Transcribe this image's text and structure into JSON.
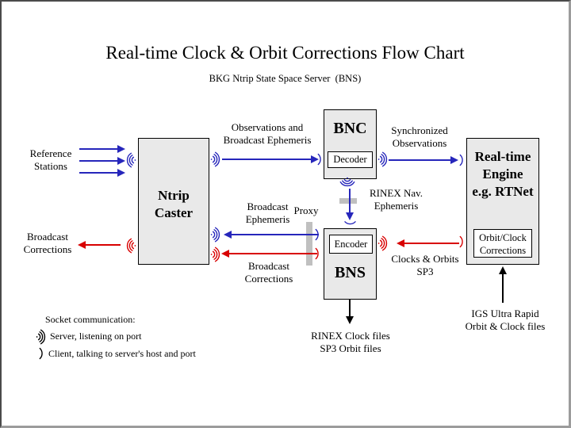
{
  "title": "Real-time Clock & Orbit Corrections Flow Chart",
  "subtitle": "BKG Ntrip State Space Server  (BNS)",
  "colors": {
    "blue": "#2626bb",
    "red": "#d80000",
    "box_fill": "#e9e9e9",
    "proxy_bar": "#c0c0c0"
  },
  "boxes": {
    "ntrip_caster": {
      "label": "Ntrip\nCaster"
    },
    "bnc": {
      "label": "BNC",
      "inner": "Decoder"
    },
    "bns": {
      "label": "BNS",
      "inner": "Encoder"
    },
    "realtime_engine": {
      "label": "Real-time\nEngine\ne.g. RTNet",
      "inner": "Orbit/Clock\nCorrections"
    }
  },
  "labels": {
    "reference_stations": "Reference\nStations",
    "broadcast_corrections_left": "Broadcast\nCorrections",
    "observations": "Observations and\nBroadcast Ephemeris",
    "synchronized": "Synchronized\nObservations",
    "rinex_nav": "RINEX Nav.\nEphemeris",
    "proxy": "Proxy",
    "broadcast_ephemeris": "Broadcast\nEphemeris",
    "broadcast_corrections_mid": "Broadcast\nCorrections",
    "clocks_orbits": "Clocks & Orbits\nSP3",
    "rinex_clock_files": "RINEX Clock files\nSP3 Orbit files",
    "igs": "IGS Ultra Rapid\nOrbit & Clock files"
  },
  "legend": {
    "heading": "Socket communication:",
    "server": "Server, listening on port",
    "client": "Client, talking to server's host and port"
  },
  "icons": {
    "server_socket": "dot with three radiating arcs",
    "client_socket": "single arc"
  }
}
